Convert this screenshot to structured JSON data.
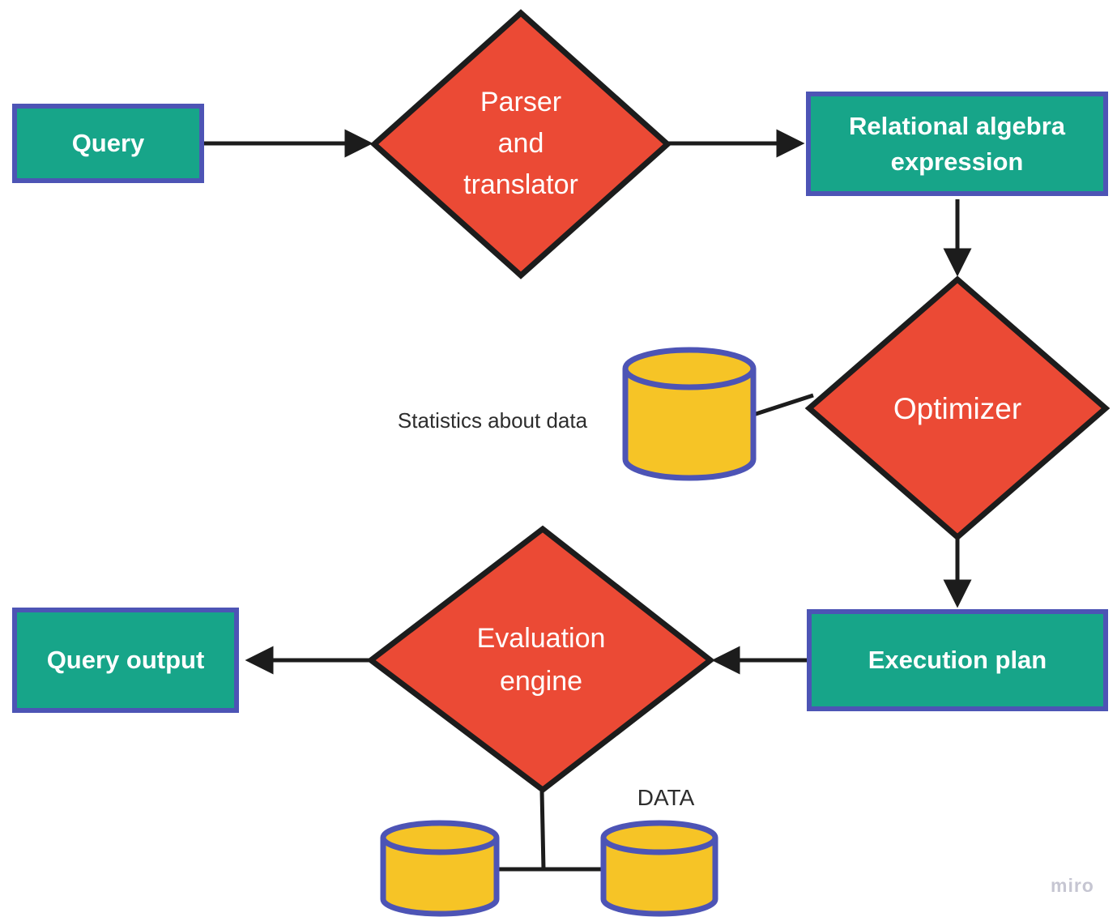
{
  "colors": {
    "box_fill": "#17a589",
    "box_border": "#4d54b5",
    "diamond_fill": "#eb4a35",
    "diamond_border": "#1c1c1c",
    "cylinder_fill": "#f6c426",
    "cylinder_border": "#4d54b5",
    "connector": "#1c1c1c",
    "text_light": "#ffffff",
    "text_dark": "#2d2d2d",
    "watermark": "#c6c6d2"
  },
  "nodes": {
    "query": {
      "label": "Query"
    },
    "parser": {
      "lines": [
        "Parser",
        "and",
        "translator"
      ]
    },
    "relational_algebra": {
      "lines": [
        "Relational algebra",
        "expression"
      ]
    },
    "optimizer": {
      "label": "Optimizer"
    },
    "statistics": {
      "label": "Statistics about data"
    },
    "execution_plan": {
      "label": "Execution plan"
    },
    "evaluation_engine": {
      "lines": [
        "Evaluation",
        "engine"
      ]
    },
    "query_output": {
      "label": "Query output"
    },
    "data_store": {
      "label": "DATA"
    }
  },
  "watermark": {
    "label": "miro"
  }
}
